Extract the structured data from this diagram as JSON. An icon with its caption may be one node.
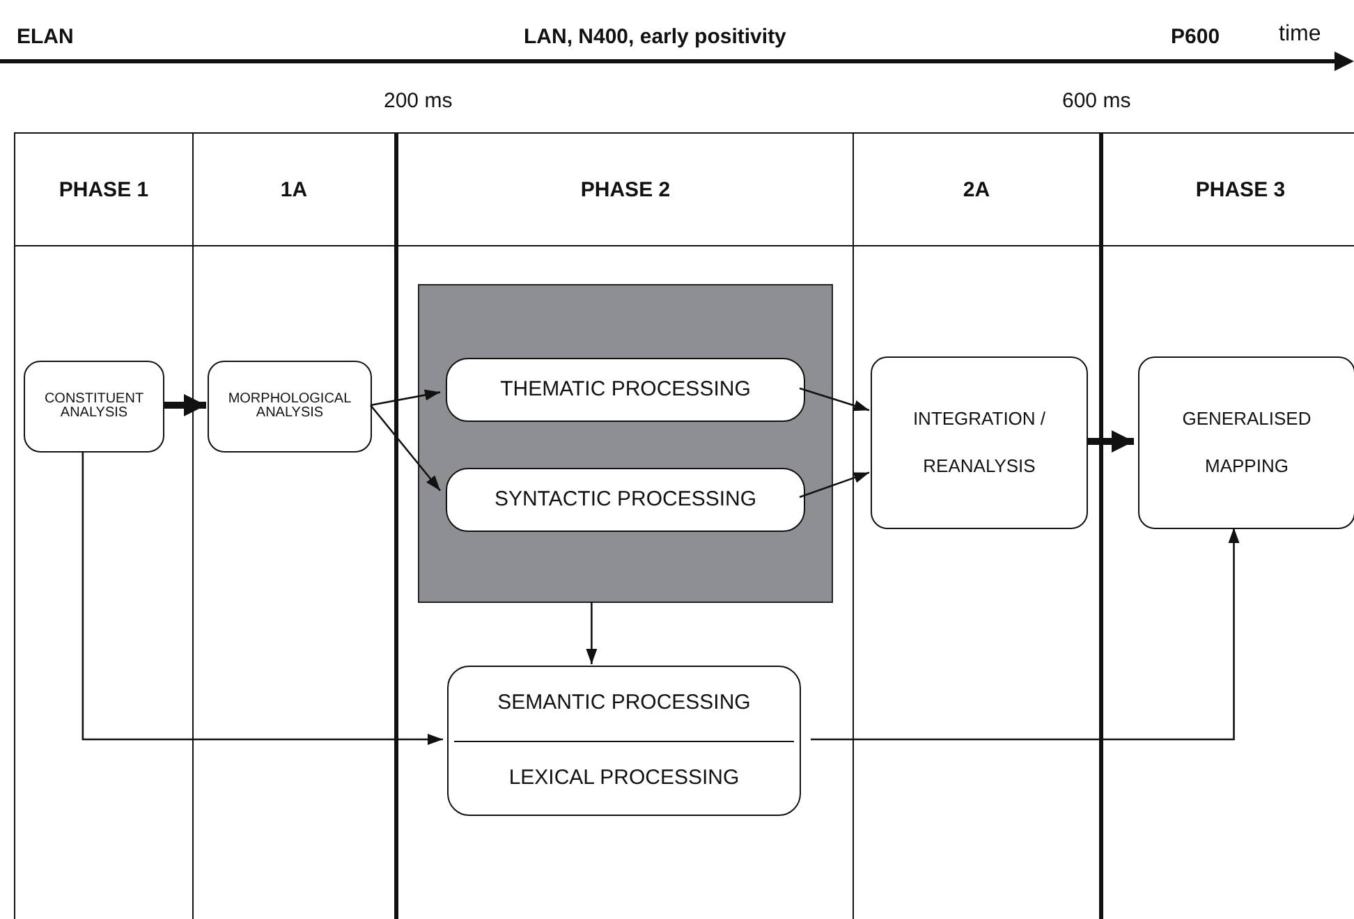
{
  "diagram": {
    "nodes": [
      {
        "text": [
          "PHASE 1"
        ]
      },
      {
        "text": [
          "1A"
        ]
      },
      {
        "text": [
          "PHASE 2"
        ]
      },
      {
        "text": [
          "2A"
        ]
      },
      {
        "text": [
          "PHASE 3"
        ]
      },
      {
        "text": [
          "CONSTITUENT ANALYSIS"
        ],
        "in": 0
      },
      {
        "text": [
          "MORPHOLOGICAL ANALYSIS"
        ],
        "in": 1
      },
      {
        "text": [],
        "shape": "box",
        "in": 2
      },
      {
        "text": [
          "THEMATIC PROCESSING"
        ],
        "in": 7
      },
      {
        "text": [
          "SYNTACTIC PROCESSING"
        ],
        "in": 7
      },
      {
        "text": [
          "SEMANTIC PROCESSING",
          "LEXICAL PROCESSING"
        ],
        "in": 2
      },
      {
        "text": [
          "INTEGRATION / REANALYSIS"
        ],
        "in": 3
      },
      {
        "text": [
          "GENERALISED MAPPING"
        ],
        "in": 4
      }
    ],
    "edges": [
      {
        "from": 5,
        "to": 6,
        "arrow": "to",
        "style": "thick"
      },
      {
        "from": 6,
        "to": 8,
        "arrow": "to"
      },
      {
        "from": 6,
        "to": 9,
        "arrow": "to"
      },
      {
        "from": 8,
        "to": 11,
        "arrow": "to"
      },
      {
        "from": 9,
        "to": 11,
        "arrow": "to"
      },
      {
        "from": 7,
        "to": 10,
        "arrow": "to"
      },
      {
        "from": 5,
        "to": 10,
        "arrow": "to"
      },
      {
        "from": 10,
        "to": 12,
        "arrow": "to"
      },
      {
        "from": 11,
        "to": 12,
        "arrow": "to",
        "style": "thick"
      }
    ],
    "labels": [
      "ELAN",
      "LAN, N400, early positivity",
      "P600",
      "time",
      "200 ms",
      "600 ms"
    ]
  }
}
